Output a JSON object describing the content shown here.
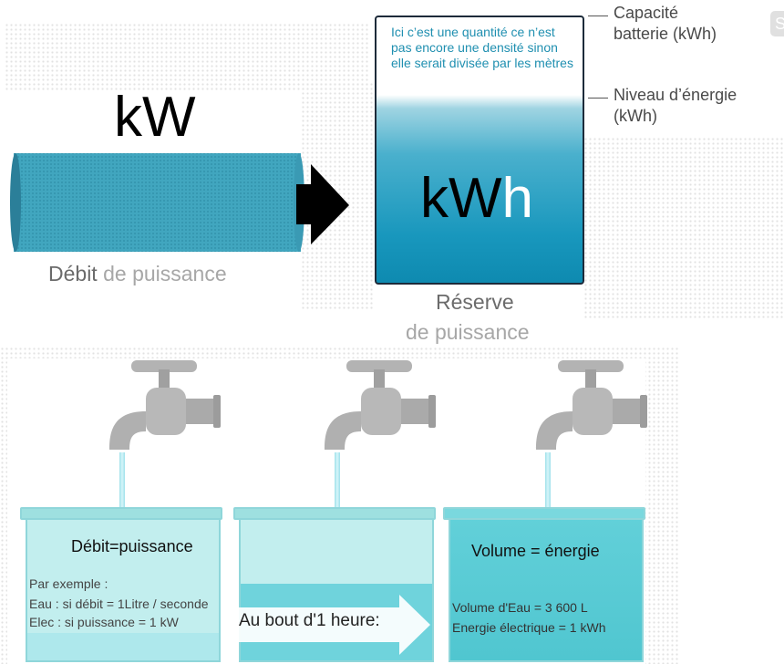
{
  "top": {
    "power_unit": "kW",
    "flow_caption_part1": "Débit",
    "flow_caption_part2": "de puissance",
    "tank_note": "Ici c’est une quantité ce n’est pas encore une densité sinon elle serait divisée par les mètres",
    "energy_unit_main": "kW",
    "energy_unit_h": "h",
    "reserve_line1": "Réserve",
    "reserve_line2": "de puissance",
    "capacity_label_line1": "Capacité",
    "capacity_label_line2": "batterie (kWh)",
    "level_label_line1": "Niveau d’énergie",
    "level_label_line2": "(kWh)",
    "corner_icon_glyph": "S"
  },
  "bottom": {
    "bucket1": {
      "title": "Débit=puissance",
      "example_heading": "Par exemple :",
      "line_water": "Eau : si débit = 1Litre / seconde",
      "line_elec": "Elec : si puissance = 1 kW"
    },
    "arrow_label": "Au bout d'1 heure:",
    "bucket3": {
      "title": "Volume = énergie",
      "line_water": "Volume d'Eau = 3 600 L",
      "line_elec": "Energie électrique = 1 kWh"
    }
  },
  "colors": {
    "pipe": "#41a6bf",
    "tank_water": "#1897bd",
    "tank_note_text": "#1f8fb0",
    "bucket_light": "#c2eeee",
    "bucket_full": "#5fcfd8",
    "faucet": "#a9a9a9"
  },
  "icons": [
    "arrow-right-icon",
    "faucet-icon"
  ]
}
